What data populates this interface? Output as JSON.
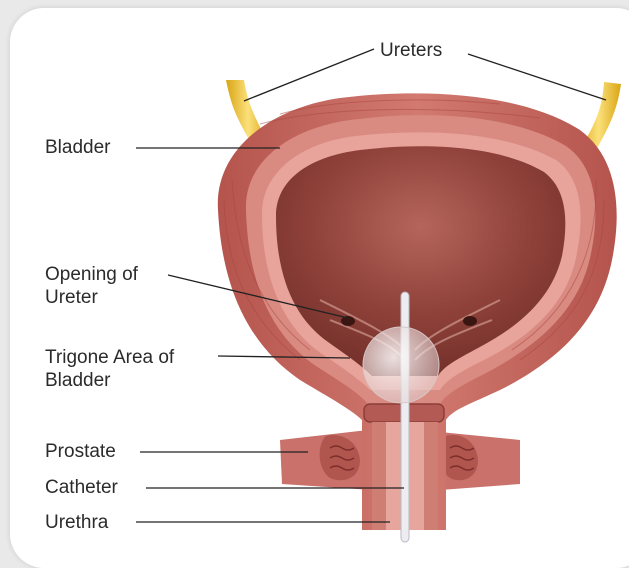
{
  "labels": {
    "ureters": "Ureters",
    "bladder": "Bladder",
    "opening_line1": "Opening of",
    "opening_line2": "Ureter",
    "trigone_line1": "Trigone Area of",
    "trigone_line2": "Bladder",
    "prostate": "Prostate",
    "catheter": "Catheter",
    "urethra": "Urethra"
  },
  "colors": {
    "muscle": "#c4665f",
    "muscle_dark": "#9a3f3b",
    "lining": "#e8a39a",
    "cavity": "#8a3f38",
    "ureter": "#f0c62a",
    "leader": "#222222",
    "catheter": "#e6e6ea"
  }
}
